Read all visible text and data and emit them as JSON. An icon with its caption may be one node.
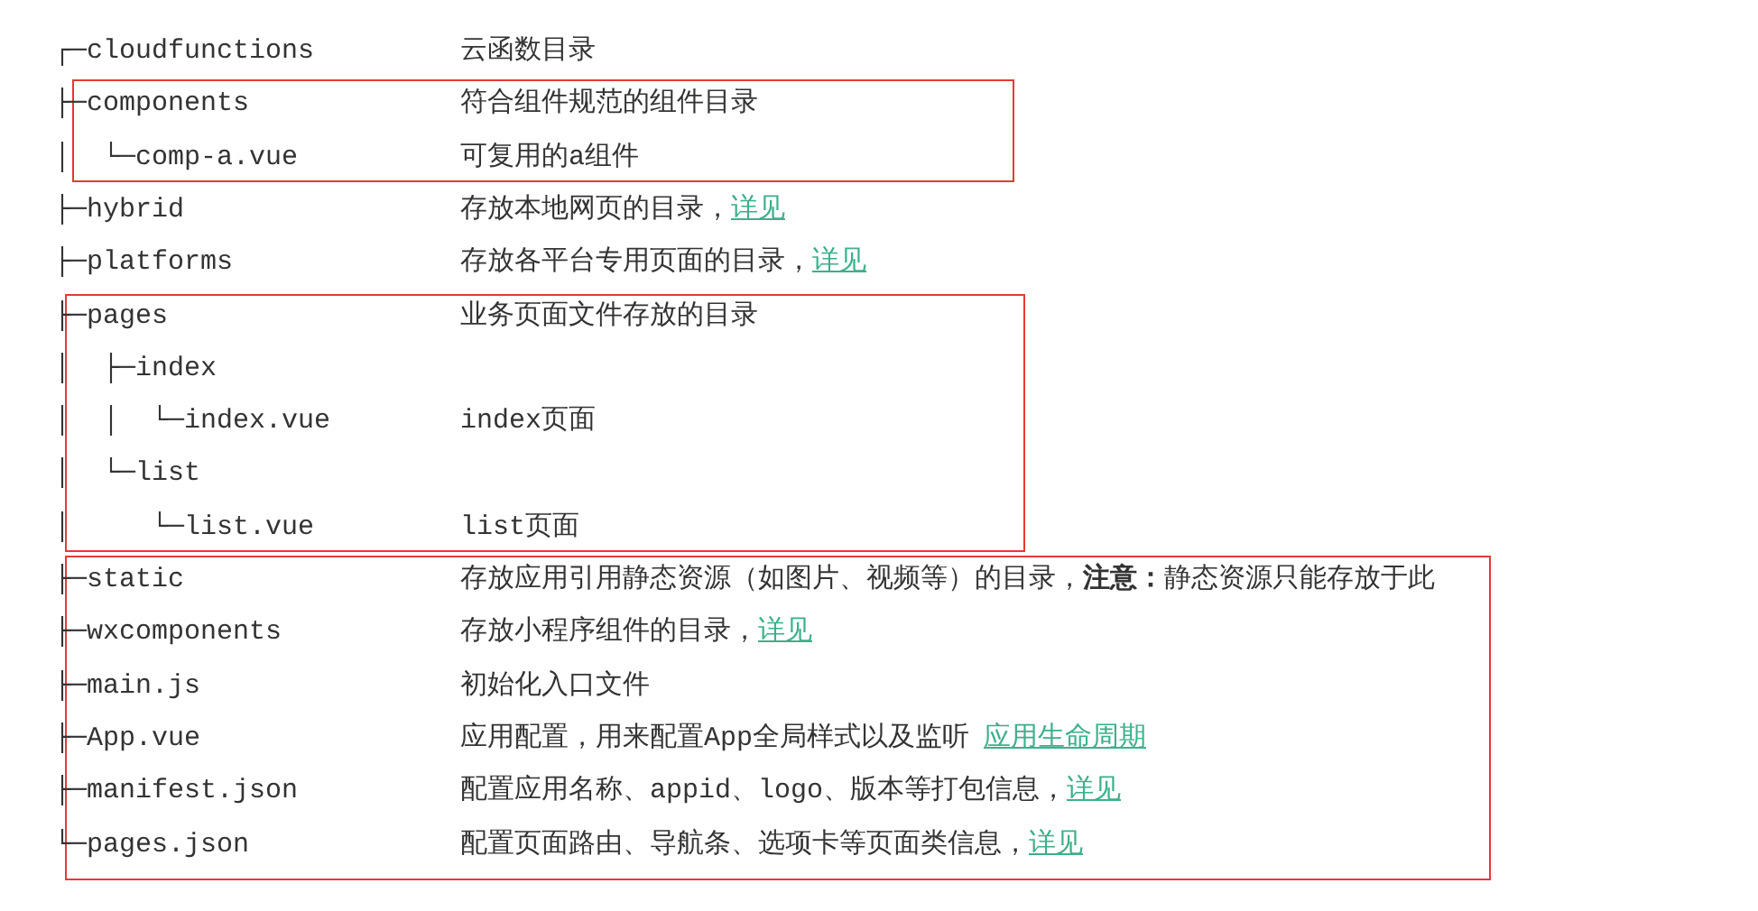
{
  "diagram": {
    "nodes": [
      {
        "text": [
          "├─components",
          "符合组件规范的组件目录",
          "│  └─comp-a.vue",
          "可复用的a组件"
        ]
      },
      {
        "text": [
          "├─pages",
          "业务页面文件存放的目录",
          "│  ├─index",
          "│  │  └─index.vue",
          "index页面",
          "│  └─list",
          "│     └─list.vue",
          "list页面"
        ]
      },
      {
        "text": [
          "├─static",
          "存放应用引用静态资源（如图片、视频等）的目录，**注意：**静态资源只能存放于此",
          "├─wxcomponents",
          "存放小程序组件的目录，",
          "详见",
          "├─main.js",
          "初始化入口文件",
          "├─App.vue",
          "应用配置，用来配置App全局样式以及监听",
          "应用生命周期",
          "├─manifest.json",
          "配置应用名称、appid、logo、版本等打包信息，",
          "详见",
          "└─pages.json",
          "配置页面路由、导航条、选项卡等页面类信息，",
          "详见"
        ]
      }
    ],
    "labels": [
      "┌─cloudfunctions",
      "云函数目录",
      "├─hybrid",
      "存放本地网页的目录，",
      "详见",
      "├─platforms",
      "存放各平台专用页面的目录，",
      "详见"
    ]
  }
}
